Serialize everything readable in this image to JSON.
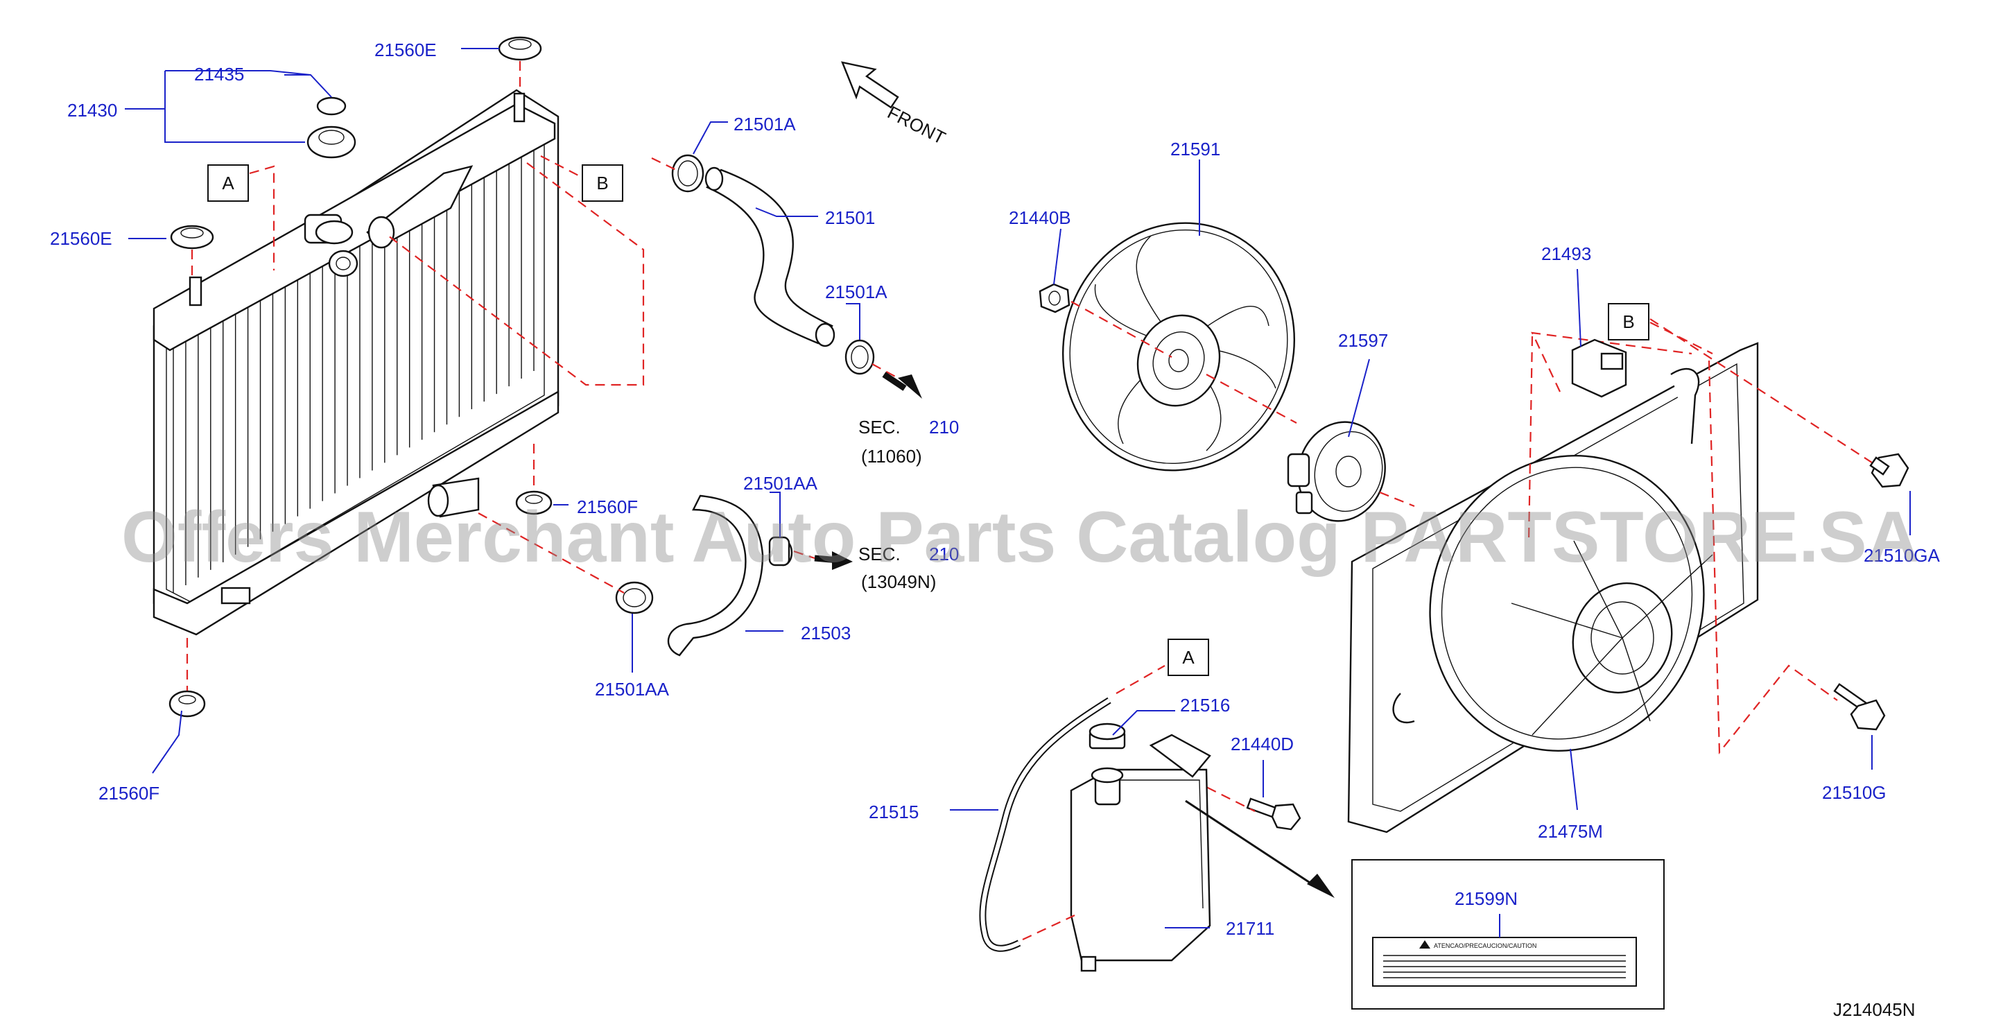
{
  "diagram_id": "J214045N",
  "watermark": "Offers Merchant Auto Parts Catalog PARTSTORE.SA",
  "direction_label": "FRONT",
  "section_refs": [
    {
      "sec": "SEC.",
      "num": "210",
      "code": "(11060)"
    },
    {
      "sec": "SEC.",
      "num": "210",
      "code": "(13049N)"
    }
  ],
  "callout_letters": [
    "A",
    "B",
    "B",
    "A"
  ],
  "parts": [
    {
      "id": "p-21560E-top",
      "label": "21560E"
    },
    {
      "id": "p-21435",
      "label": "21435"
    },
    {
      "id": "p-21430",
      "label": "21430"
    },
    {
      "id": "p-21560E-left",
      "label": "21560E"
    },
    {
      "id": "p-21501A-top",
      "label": "21501A"
    },
    {
      "id": "p-21501",
      "label": "21501"
    },
    {
      "id": "p-21501A-low",
      "label": "21501A"
    },
    {
      "id": "p-21560F-mid",
      "label": "21560F"
    },
    {
      "id": "p-21501AA-top",
      "label": "21501AA"
    },
    {
      "id": "p-21503",
      "label": "21503"
    },
    {
      "id": "p-21501AA-low",
      "label": "21501AA"
    },
    {
      "id": "p-21560F-bot",
      "label": "21560F"
    },
    {
      "id": "p-21591",
      "label": "21591"
    },
    {
      "id": "p-21440B",
      "label": "21440B"
    },
    {
      "id": "p-21597",
      "label": "21597"
    },
    {
      "id": "p-21493",
      "label": "21493"
    },
    {
      "id": "p-21510GA",
      "label": "21510GA"
    },
    {
      "id": "p-21510G",
      "label": "21510G"
    },
    {
      "id": "p-21475M",
      "label": "21475M"
    },
    {
      "id": "p-21516",
      "label": "21516"
    },
    {
      "id": "p-21440D",
      "label": "21440D"
    },
    {
      "id": "p-21515",
      "label": "21515"
    },
    {
      "id": "p-21711",
      "label": "21711"
    },
    {
      "id": "p-21599N",
      "label": "21599N"
    }
  ],
  "caution_label_text": "ATENCAO/PRECAUCION/CAUTION",
  "colors": {
    "part_number": "#1a22c9",
    "linework": "#111111",
    "hidden_line": "#e02424",
    "watermark": "#8a8a8a"
  }
}
